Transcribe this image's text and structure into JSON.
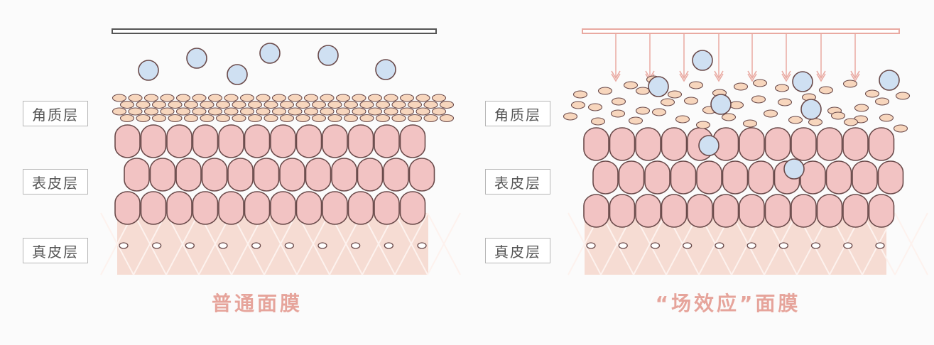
{
  "colors": {
    "cell_fill": "#f2c3c3",
    "cell_stroke": "#6a4a4a",
    "corneocyte_fill": "#f7d6bd",
    "molecule_fill": "#cfe0f2",
    "dermis_fill": "#f6dcd3",
    "plain_mask_stroke": "#555555",
    "effect_mask_stroke": "#e9a9a1",
    "caption": "#e6a49b"
  },
  "left_panel": {
    "layer_labels": {
      "stratum_corneum": "角质层",
      "epidermis": "表皮层",
      "dermis": "真皮层"
    },
    "caption": "普通面膜"
  },
  "right_panel": {
    "layer_labels": {
      "stratum_corneum": "角质层",
      "epidermis": "表皮层",
      "dermis": "真皮层"
    },
    "caption": "“场效应”面膜"
  },
  "icons": {
    "molecule": "molecule-circle-icon",
    "penetration_arrow": "down-arrow-icon",
    "mask_sheet": "mask-sheet-bar"
  }
}
